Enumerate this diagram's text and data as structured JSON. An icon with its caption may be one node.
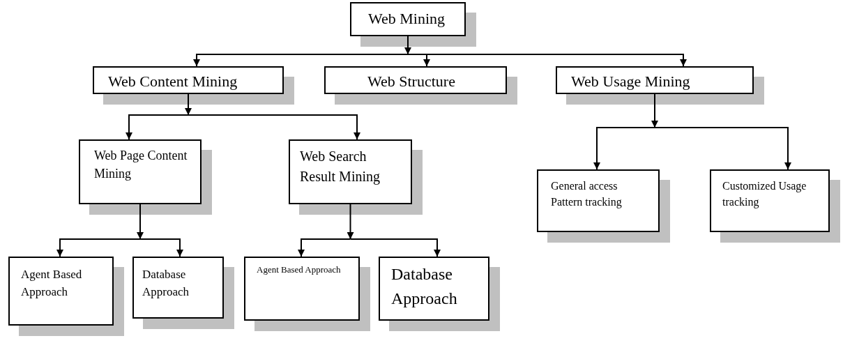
{
  "diagram": {
    "nodes": [
      {
        "text": [
          "Web Mining"
        ]
      },
      {
        "text": [
          "Web Content Mining"
        ]
      },
      {
        "text": [
          "Web Structure"
        ]
      },
      {
        "text": [
          "Web Usage Mining"
        ]
      },
      {
        "text": [
          "Web Page Content Mining"
        ]
      },
      {
        "text": [
          "Web Search Result Mining"
        ]
      },
      {
        "text": [
          "General access Pattern tracking"
        ]
      },
      {
        "text": [
          "Customized Usage tracking"
        ]
      },
      {
        "text": [
          "Agent Based Approach"
        ]
      },
      {
        "text": [
          "Database Approach"
        ]
      },
      {
        "text": [
          "Agent Based Approach"
        ]
      },
      {
        "text": [
          "Database Approach"
        ]
      }
    ],
    "edges": [
      {
        "from": 0,
        "to": 1,
        "arrow": "to"
      },
      {
        "from": 0,
        "to": 2,
        "arrow": "to"
      },
      {
        "from": 0,
        "to": 3,
        "arrow": "to"
      },
      {
        "from": 1,
        "to": 4,
        "arrow": "to"
      },
      {
        "from": 1,
        "to": 5,
        "arrow": "to"
      },
      {
        "from": 3,
        "to": 6,
        "arrow": "to"
      },
      {
        "from": 3,
        "to": 7,
        "arrow": "to"
      },
      {
        "from": 4,
        "to": 8,
        "arrow": "to"
      },
      {
        "from": 4,
        "to": 9,
        "arrow": "to"
      },
      {
        "from": 5,
        "to": 10,
        "arrow": "to"
      },
      {
        "from": 5,
        "to": 11,
        "arrow": "to"
      }
    ]
  }
}
